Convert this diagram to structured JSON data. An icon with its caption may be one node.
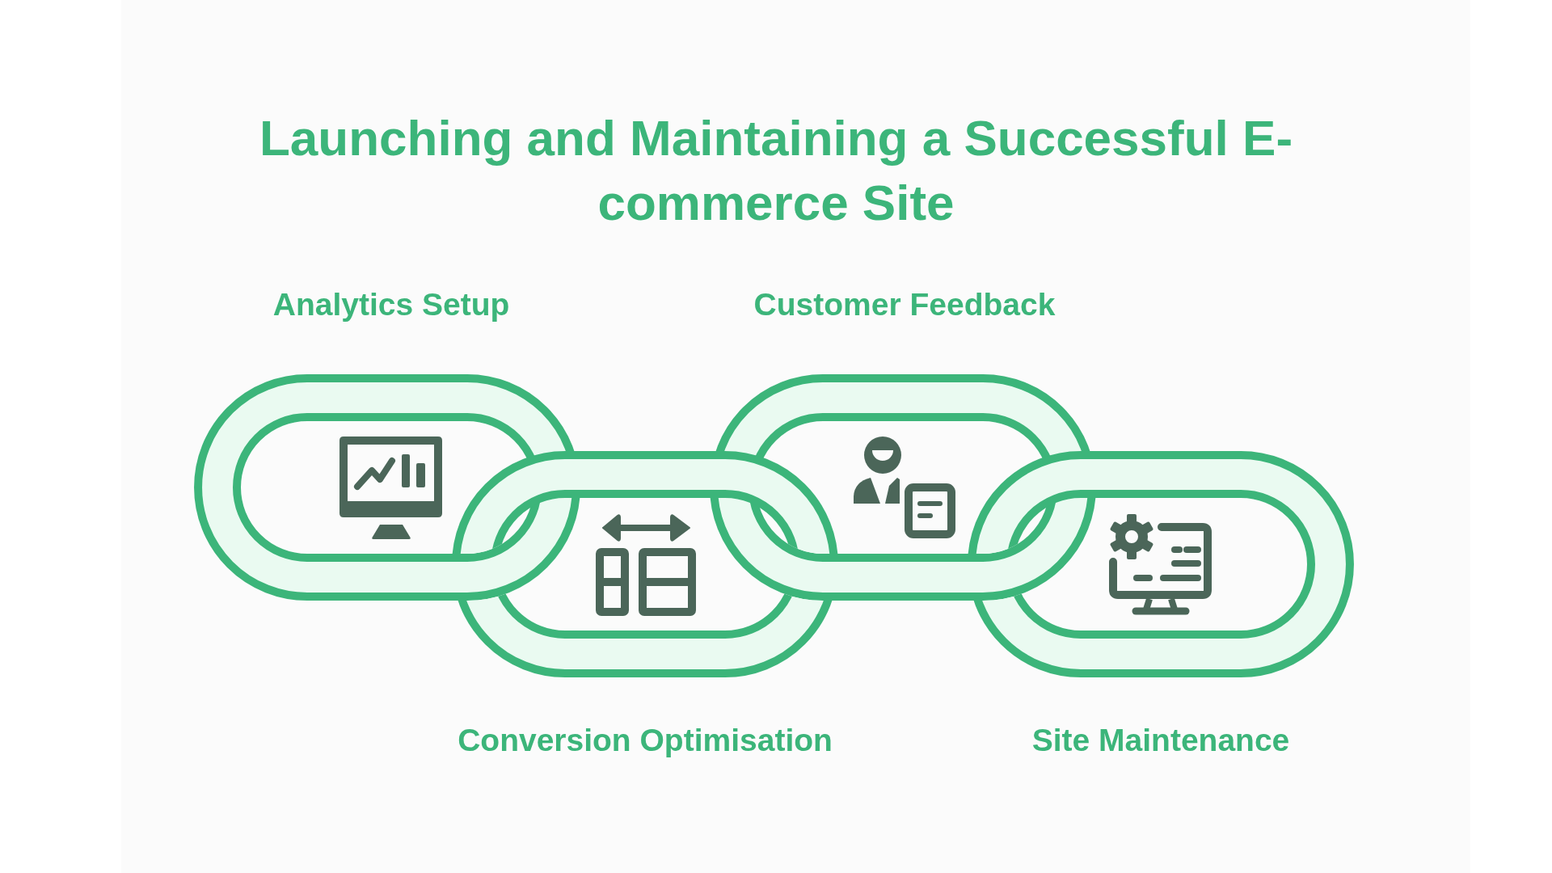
{
  "diagram": {
    "title": "Launching and Maintaining a Successful E-commerce Site",
    "nodes": [
      {
        "text": [
          "Analytics Setup"
        ]
      },
      {
        "text": [
          "Conversion Optimisation"
        ]
      },
      {
        "text": [
          "Customer Feedback"
        ]
      },
      {
        "text": [
          "Site Maintenance"
        ]
      }
    ]
  }
}
